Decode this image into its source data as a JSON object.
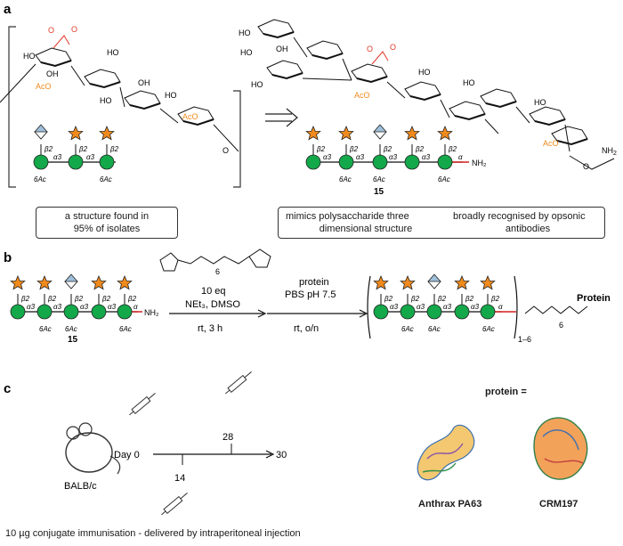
{
  "panels": {
    "a": "a",
    "b": "b",
    "c": "c"
  },
  "sugar_labels": {
    "aco": "AcO",
    "ho": "HO",
    "oh": "OH",
    "o": "O",
    "nh2": "NH",
    "nh2_sub": "2",
    "ominus": "O"
  },
  "glycan_labels": {
    "beta2": "β2",
    "alpha3": "α3",
    "alpha": "α",
    "six_ac": "6Ac",
    "nh2": "NH₂",
    "compound": "15"
  },
  "panel_a": {
    "repeat_box": "• a structure found in 95% of isolates",
    "repeat_box_lines": [
      "a structure found in",
      "95% of isolates"
    ],
    "notes_left": [
      "mimics polysaccharide three",
      "dimensional structure"
    ],
    "notes_right": [
      "broadly recognised by opsonic",
      "antibodies"
    ]
  },
  "panel_b": {
    "reagent_eq": "10 eq",
    "reagent_subscript": "6",
    "step1_conditions": "NEt₃, DMSO",
    "step1_time": "rt, 3 h",
    "step2_reagent": "protein",
    "step2_buffer": "PBS pH 7.5",
    "step2_time": "rt,  o/n",
    "loading": "1–6",
    "linker_subscript": "6",
    "protein_label": "Protein"
  },
  "panel_c": {
    "mouse_label": "BALB/c",
    "timeline": [
      "Day 0",
      "14",
      "28",
      "30"
    ],
    "protein_equals": "protein =",
    "proteins": [
      "Anthrax PA63",
      "CRM197"
    ],
    "footnote": "10 µg conjugate immunisation - delivered by intraperitoneal injection"
  },
  "colors": {
    "glucose_green": "#13a84a",
    "star_orange": "#f08a1c",
    "diamond_blue": "#9fc0dc",
    "acetyl_orange": "#f08a1c",
    "carboxylate_red": "#e03a2a",
    "linker_red": "#d42020"
  }
}
